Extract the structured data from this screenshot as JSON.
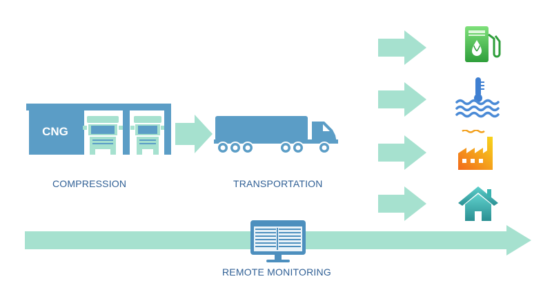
{
  "colors": {
    "primary_blue": "#5b9dc6",
    "arrow_mint": "#a6e1cf",
    "label_blue": "#2f5f95",
    "fuel_green": "#3fbf4b",
    "water_blue": "#3f7fd1",
    "factory_orange": "#f28b1c",
    "house_teal": "#3bb3b0"
  },
  "facility": {
    "sign_text": "CNG",
    "label": "COMPRESSION"
  },
  "transport": {
    "label": "TRANSPORTATION"
  },
  "monitoring": {
    "label": "REMOTE MONITORING"
  },
  "end_uses": [
    {
      "icon": "fuel-pump-icon"
    },
    {
      "icon": "water-heating-icon"
    },
    {
      "icon": "factory-icon"
    },
    {
      "icon": "house-icon"
    }
  ]
}
